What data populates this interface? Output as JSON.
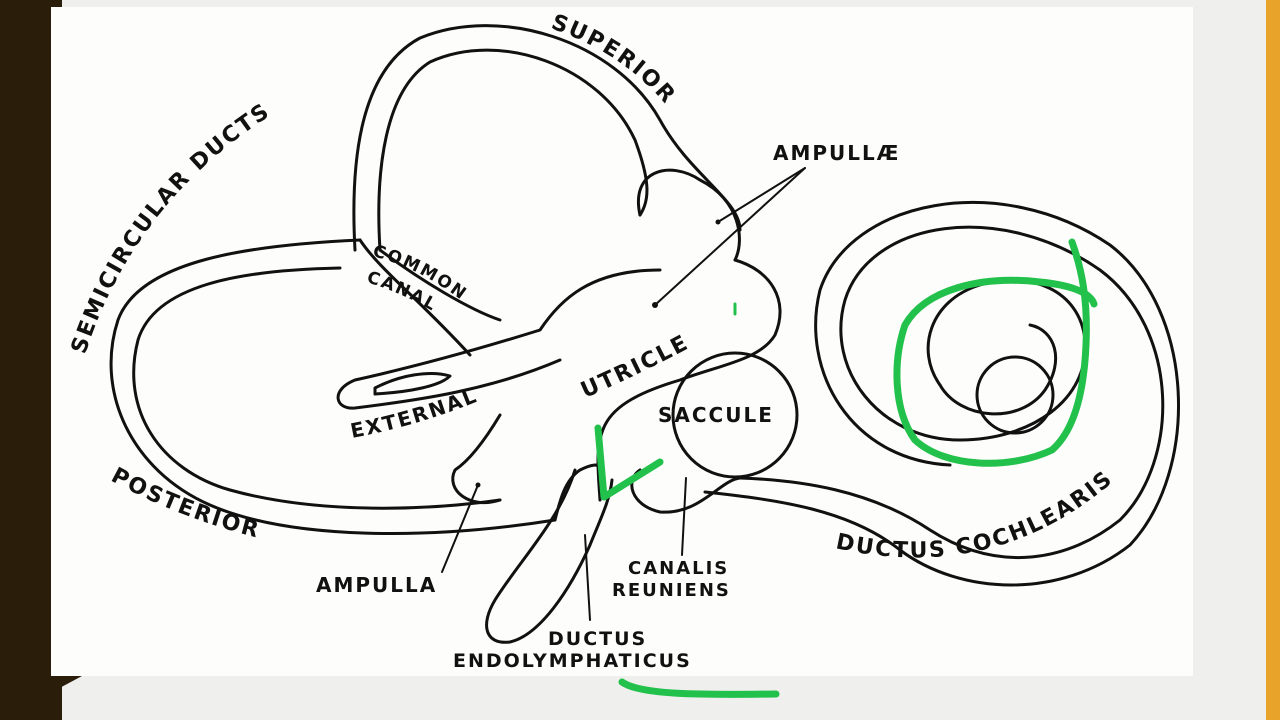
{
  "labels": {
    "semicircular_ducts": "SEMICIRCULAR DUCTS",
    "superior": "SUPERIOR",
    "ampullae": "AMPULLÆ",
    "common_canal_1": "COMMON",
    "common_canal_2": "CANAL",
    "external": "EXTERNAL",
    "utricle": "UTRICLE",
    "saccule": "SACCULE",
    "posterior": "POSTERIOR",
    "ampulla": "AMPULLA",
    "canalis_1": "CANALIS",
    "canalis_2": "REUNIENS",
    "ductus_endo_1": "DUCTUS",
    "ductus_endo_2": "ENDOLYMPHATICUS",
    "ductus_cochlearis": "DUCTUS COCHLEARIS"
  },
  "colors": {
    "annotation": "#22c14b",
    "ink": "#111111",
    "left_border": "#2a1d0a",
    "right_accent": "#e8a42a"
  }
}
